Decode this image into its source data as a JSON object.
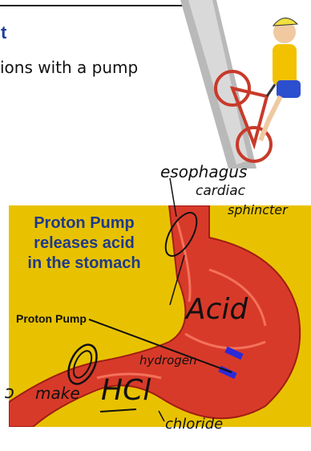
{
  "slide": {
    "title_fragment": "t",
    "subtitle_fragment": "ions with a pump"
  },
  "diagram": {
    "title_lines": [
      "Proton Pump",
      "releases acid",
      "in the stomach"
    ],
    "proton_pump_label": "Proton Pump"
  },
  "handwriting": {
    "esophagus": "esophagus",
    "cardiac": "cardiac",
    "sphincter": "sphincter",
    "acid": "Acid",
    "hydrogen": "hydrogen",
    "make": "make",
    "hcl": "HCl",
    "chloride": "chloride",
    "edge_mark": "ɔ"
  },
  "colors": {
    "title_blue": "#1f3f9a",
    "panel_yellow": "#e8c200",
    "stomach_red": "#d83a2a",
    "pump_blue": "#2a2ad8"
  }
}
